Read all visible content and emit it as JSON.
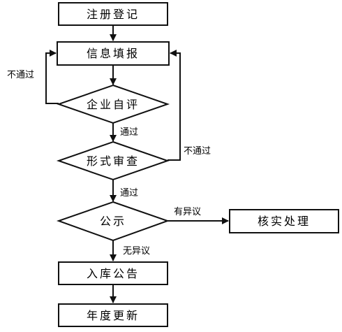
{
  "nodes": {
    "register": "注册登记",
    "fill_info": "信息填报",
    "self_eval": "企业自评",
    "formal_review": "形式审查",
    "publicity": "公示",
    "verify": "核实处理",
    "storage": "入库公告",
    "annual_update": "年度更新"
  },
  "edges": {
    "self_eval_fail": "不通过",
    "self_eval_pass": "通过",
    "review_fail": "不通过",
    "review_pass": "通过",
    "objection": "有异议",
    "no_objection": "无异议"
  }
}
